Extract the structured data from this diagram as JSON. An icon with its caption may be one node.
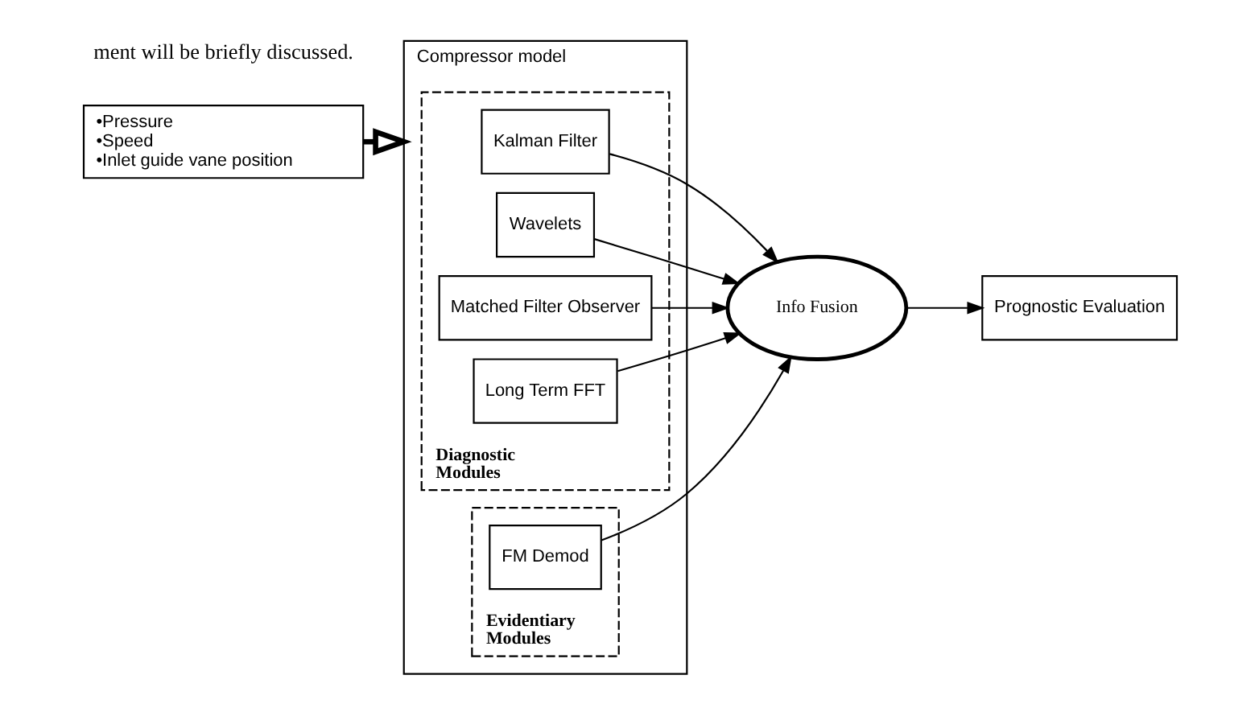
{
  "diagram": {
    "nodes": [
      {
        "text": [
          "Compressor model"
        ]
      },
      {
        "text": [
          "Diagnostic Modules"
        ],
        "in": 0
      },
      {
        "text": [
          "Kalman Filter"
        ],
        "in": 1
      },
      {
        "text": [
          "Wavelets"
        ],
        "in": 1
      },
      {
        "text": [
          "Matched Filter Observer"
        ],
        "in": 1
      },
      {
        "text": [
          "Long Term FFT"
        ],
        "in": 1
      },
      {
        "text": [
          "Evidentiary Modules"
        ],
        "in": 0
      },
      {
        "text": [
          "FM Demod"
        ],
        "in": 6
      },
      {
        "text": [
          "•Pressure",
          "•Speed",
          "•Inlet guide vane position"
        ]
      },
      {
        "text": [
          "Info Fusion"
        ]
      },
      {
        "text": [
          "Prognostic Evaluation"
        ]
      }
    ],
    "edges": [
      {
        "from": 8,
        "to": 0,
        "arrow": "to",
        "style": "thick"
      },
      {
        "from": 2,
        "to": 9,
        "arrow": "to"
      },
      {
        "from": 3,
        "to": 9,
        "arrow": "to"
      },
      {
        "from": 4,
        "to": 9,
        "arrow": "to"
      },
      {
        "from": 5,
        "to": 9,
        "arrow": "to"
      },
      {
        "from": 7,
        "to": 9,
        "arrow": "to"
      },
      {
        "from": 9,
        "to": 10,
        "arrow": "to"
      }
    ],
    "labels": [
      "ment will be briefly discussed."
    ]
  }
}
